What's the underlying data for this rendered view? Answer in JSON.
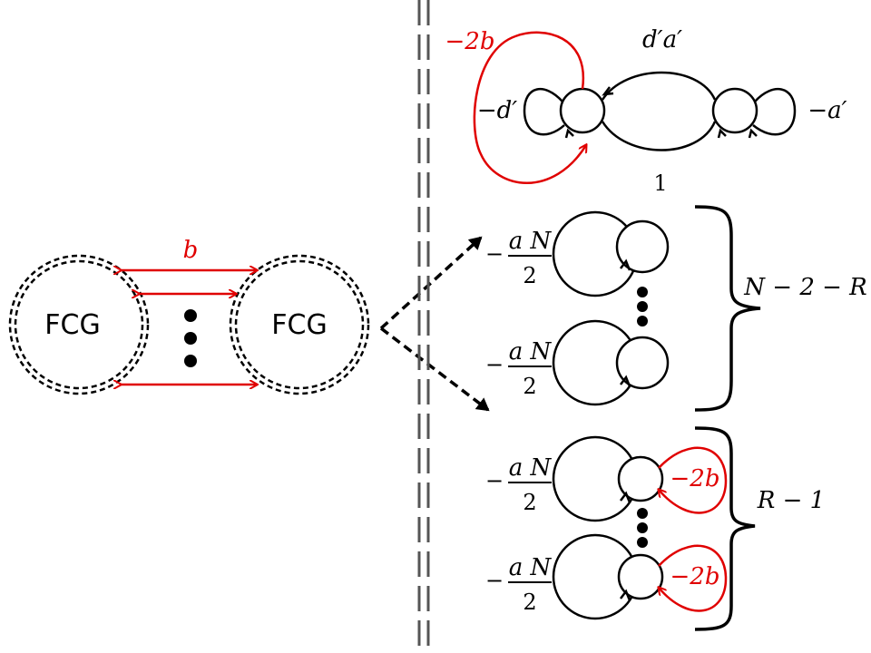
{
  "left": {
    "fcg_left": "FCG",
    "fcg_right": "FCG",
    "b_label": "b"
  },
  "top": {
    "minus_2b": "−2b",
    "dprime_aprime": "d′a′",
    "minus_dprime": "−d′",
    "minus_aprime": "−a′",
    "coefficient": "1"
  },
  "middle": {
    "minus": "−",
    "numerator": "a N",
    "denominator": "2",
    "count_label": "N − 2 − R"
  },
  "bottom": {
    "minus": "−",
    "numerator": "a N",
    "denominator": "2",
    "minus_2b": "−2b",
    "count_label": "R − 1"
  },
  "colors": {
    "accent_red": "#e00000",
    "line_black": "#000000",
    "divider_gray": "#555555"
  }
}
